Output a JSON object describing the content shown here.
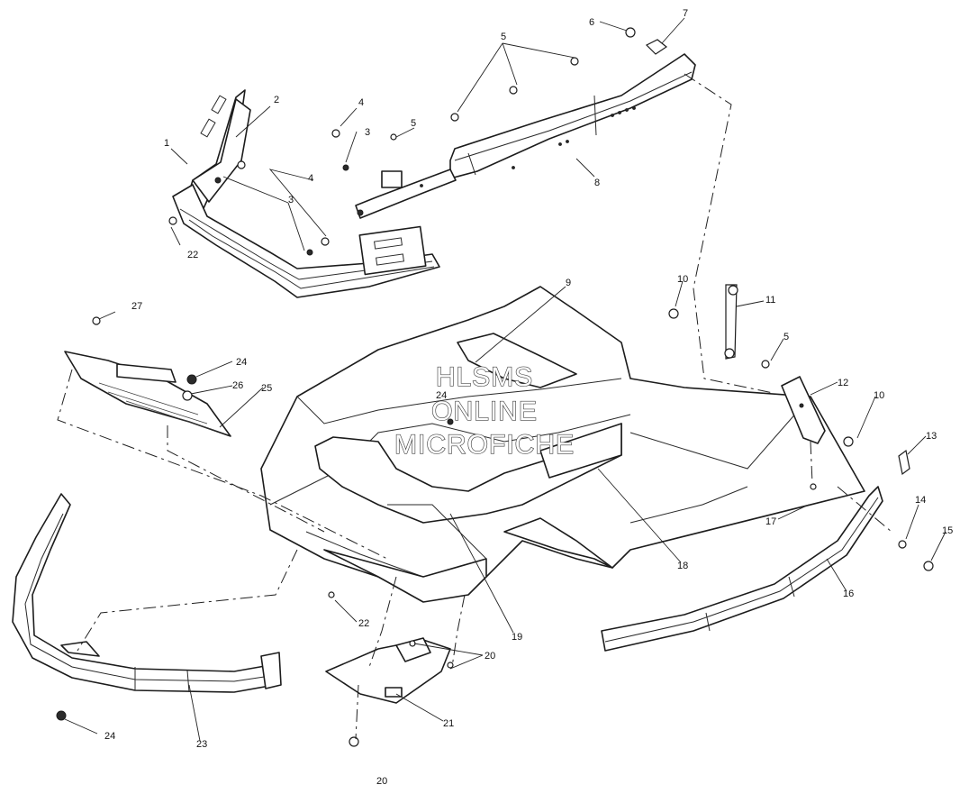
{
  "callouts": [
    "1",
    "2",
    "3",
    "4",
    "3",
    "4",
    "5",
    "5",
    "6",
    "7",
    "8",
    "22",
    "9",
    "10",
    "11",
    "5",
    "12",
    "10",
    "13",
    "14",
    "15",
    "16",
    "17",
    "18",
    "27",
    "24",
    "26",
    "24",
    "25",
    "22",
    "19",
    "20",
    "21",
    "20",
    "24",
    "23"
  ],
  "watermark": {
    "line1": "HLSMS",
    "line2": "ONLINE",
    "line3": "MICROFICHE"
  },
  "colors": {
    "ink": "#1c1c1c",
    "paper": "#ffffff"
  }
}
